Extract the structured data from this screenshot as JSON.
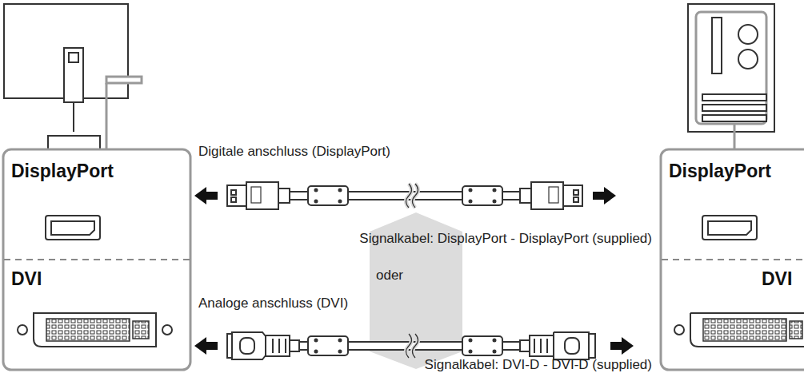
{
  "diagram": {
    "nodes": [
      {
        "text": [
          "DisplayPort"
        ]
      },
      {
        "text": [
          "DVI"
        ]
      },
      {
        "text": [
          "DisplayPort"
        ]
      },
      {
        "text": [
          "DVI"
        ]
      }
    ],
    "labels": [
      "Digitale anschluss (DisplayPort)",
      "Signalkabel: DisplayPort - DisplayPort (supplied)",
      "oder",
      "Analoge anschluss (DVI)",
      "Signalkabel: DVI-D - DVI-D (supplied)"
    ]
  }
}
